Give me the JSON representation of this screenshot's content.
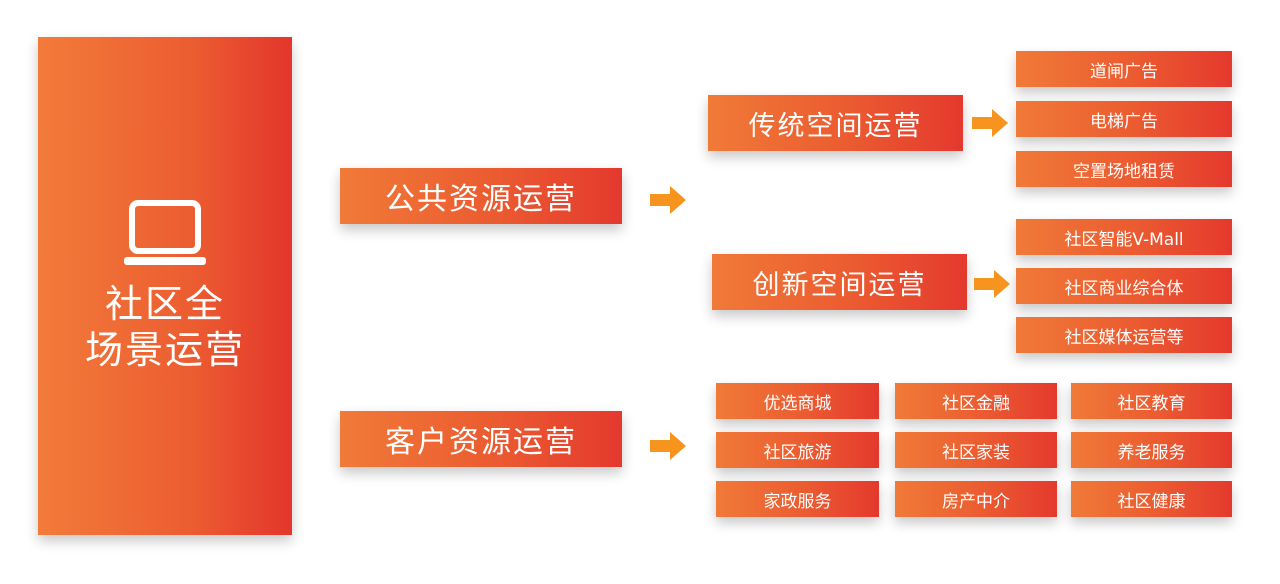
{
  "root": {
    "icon": "laptop-icon",
    "title_line1": "社区全",
    "title_line2": "场景运营"
  },
  "public": {
    "label": "公共资源运营",
    "traditional": {
      "label": "传统空间运营",
      "items": [
        "道闸广告",
        "电梯广告",
        "空置场地租赁"
      ]
    },
    "innovative": {
      "label": "创新空间运营",
      "items": [
        "社区智能V-Mall",
        "社区商业综合体",
        "社区媒体运营等"
      ]
    }
  },
  "customer": {
    "label": "客户资源运营",
    "items": [
      "优选商城",
      "社区金融",
      "社区教育",
      "社区旅游",
      "社区家装",
      "养老服务",
      "家政服务",
      "房产中介",
      "社区健康"
    ]
  },
  "colors": {
    "gradient_start": "#f07a38",
    "gradient_end": "#e4392e",
    "arrow": "#f7941d"
  }
}
